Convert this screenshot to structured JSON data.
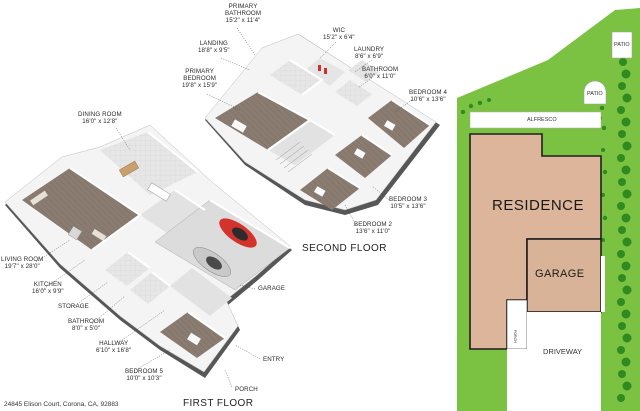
{
  "address": "24845 Elison Court, Corona, CA, 92883",
  "floors": {
    "first": "FIRST FLOOR",
    "second": "SECOND FLOOR"
  },
  "rooms": {
    "primary_bathroom": {
      "name": "PRIMARY BATHROOM",
      "line1": "PRIMARY",
      "line2": "BATHROOM",
      "dims": "15'2\" x 11'4\""
    },
    "landing": {
      "name": "LANDING",
      "dims": "18'8\" x 9'5\""
    },
    "wic": {
      "name": "WIC",
      "dims": "15'2\" x 6'4\""
    },
    "laundry": {
      "name": "LAUNDRY",
      "dims": "8'6\" x 6'9\""
    },
    "bathroom_2f": {
      "name": "BATHROOM",
      "dims": "6'0\" x 11'0\""
    },
    "primary_bedroom": {
      "line1": "PRIMARY",
      "line2": "BEDROOM",
      "dims": "19'8\" x 15'9\""
    },
    "bedroom4": {
      "name": "BEDROOM 4",
      "dims": "10'6\" x 13'6\""
    },
    "bedroom3": {
      "name": "BEDROOM 3",
      "dims": "10'5\" x 13'6\""
    },
    "bedroom2": {
      "name": "BEDROOM 2",
      "dims": "13'6\" x 11'0\""
    },
    "dining": {
      "name": "DINING ROOM",
      "dims": "16'0\" x 12'8\""
    },
    "living": {
      "name": "LIVING ROOM",
      "dims": "19'7\" x 28'0\""
    },
    "kitchen": {
      "name": "KITCHEN",
      "dims": "16'0\" x 9'9\""
    },
    "storage": {
      "name": "STORAGE"
    },
    "bathroom_1f": {
      "name": "BATHROOM",
      "dims": "8'0\" x 5'0\""
    },
    "hallway": {
      "name": "HALLWAY",
      "dims": "6'10\" x 16'8\""
    },
    "bedroom5": {
      "name": "BEDROOM 5",
      "dims": "10'0\" x 10'3\""
    },
    "garage": {
      "name": "GARAGE"
    },
    "entry": {
      "name": "ENTRY"
    },
    "porch": {
      "name": "PORCH"
    }
  },
  "site": {
    "residence": "RESIDENCE",
    "garage": "GARAGE",
    "alfresco": "ALFRESCO",
    "patio_top": "PATIO",
    "patio_small": "PATIO",
    "driveway": "DRIVEWAY",
    "porch": "PORCH"
  },
  "colors": {
    "lawn": "#7cc242",
    "hedge": "#2f8a1f",
    "residence_fill": "#dcb59a",
    "garage_fill": "#d9b397",
    "outline": "#1f1f1f",
    "floor_wood": "#8a7a6e",
    "wall": "#ffffff",
    "car_red": "#d4322c",
    "car_silver": "#c9c9c9"
  }
}
